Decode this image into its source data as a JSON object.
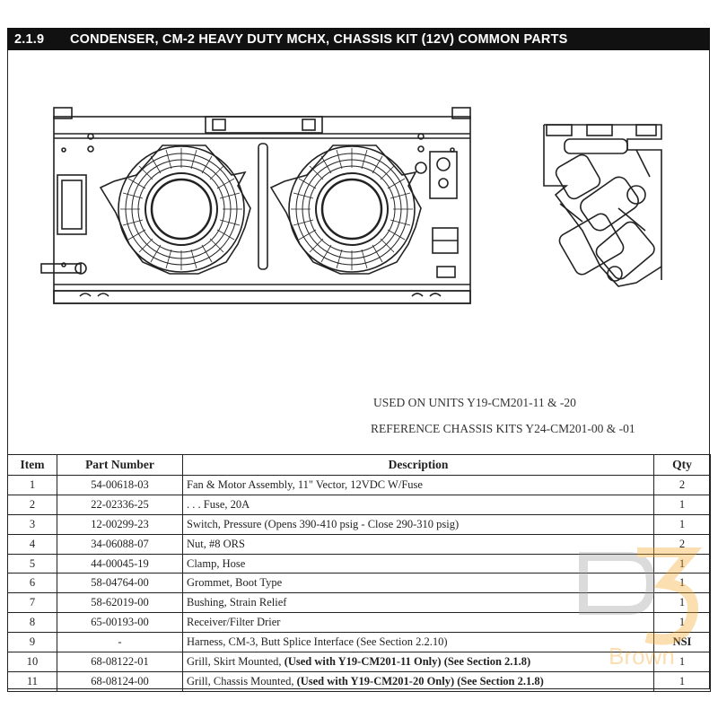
{
  "header": {
    "section_number": "2.1.9",
    "title": "CONDENSER, CM-2  HEAVY DUTY MCHX, CHASSIS KIT  (12V) COMMON PARTS"
  },
  "notes": {
    "used_on": "USED ON UNITS Y19-CM201-11 & -20",
    "reference": "REFERENCE CHASSIS KITS Y24-CM201-00 & -01"
  },
  "table": {
    "headers": {
      "item": "Item",
      "part": "Part Number",
      "description": "Description",
      "qty": "Qty"
    },
    "rows": [
      {
        "item": "1",
        "part": "54-00618-03",
        "desc": "Fan & Motor Assembly, 11\" Vector, 12VDC W/Fuse",
        "desc_bold": "",
        "desc_tail": "",
        "qty": "2"
      },
      {
        "item": "2",
        "part": "22-02336-25",
        "desc": ". . .  Fuse, 20A",
        "desc_bold": "",
        "desc_tail": "",
        "qty": "1"
      },
      {
        "item": "3",
        "part": "12-00299-23",
        "desc": "Switch, Pressure (Opens 390-410 psig - Close 290-310 psig)",
        "desc_bold": "",
        "desc_tail": "",
        "qty": "1"
      },
      {
        "item": "4",
        "part": "34-06088-07",
        "desc": "Nut, #8 ORS",
        "desc_bold": "",
        "desc_tail": "",
        "qty": "2"
      },
      {
        "item": "5",
        "part": "44-00045-19",
        "desc": "Clamp, Hose",
        "desc_bold": "",
        "desc_tail": "",
        "qty": "1"
      },
      {
        "item": "6",
        "part": "58-04764-00",
        "desc": "Grommet, Boot Type",
        "desc_bold": "",
        "desc_tail": "",
        "qty": "1"
      },
      {
        "item": "7",
        "part": "58-62019-00",
        "desc": "Bushing, Strain Relief",
        "desc_bold": "",
        "desc_tail": "",
        "qty": "1"
      },
      {
        "item": "8",
        "part": "65-00193-00",
        "desc": "Receiver/Filter Drier",
        "desc_bold": "",
        "desc_tail": "",
        "qty": "1"
      },
      {
        "item": "9",
        "part": "-",
        "desc": "Harness, CM-3, Butt Splice Interface (See Section 2.2.10)",
        "desc_bold": "",
        "desc_tail": "",
        "qty": "NSI"
      },
      {
        "item": "10",
        "part": "68-08122-01",
        "desc": "Grill, Skirt Mounted, ",
        "desc_bold": "(Used with Y19-CM201-11 Only) (See Section 2.1.8)",
        "desc_tail": "",
        "qty": "1"
      },
      {
        "item": "11",
        "part": "68-08124-00",
        "desc": "Grill, Chassis Mounted, ",
        "desc_bold": "(Used with Y19-CM201-20 Only) (See Section 2.1.8)",
        "desc_tail": "",
        "qty": "1"
      }
    ]
  },
  "watermark": {
    "text": "Brown",
    "color": "#f5a623"
  }
}
